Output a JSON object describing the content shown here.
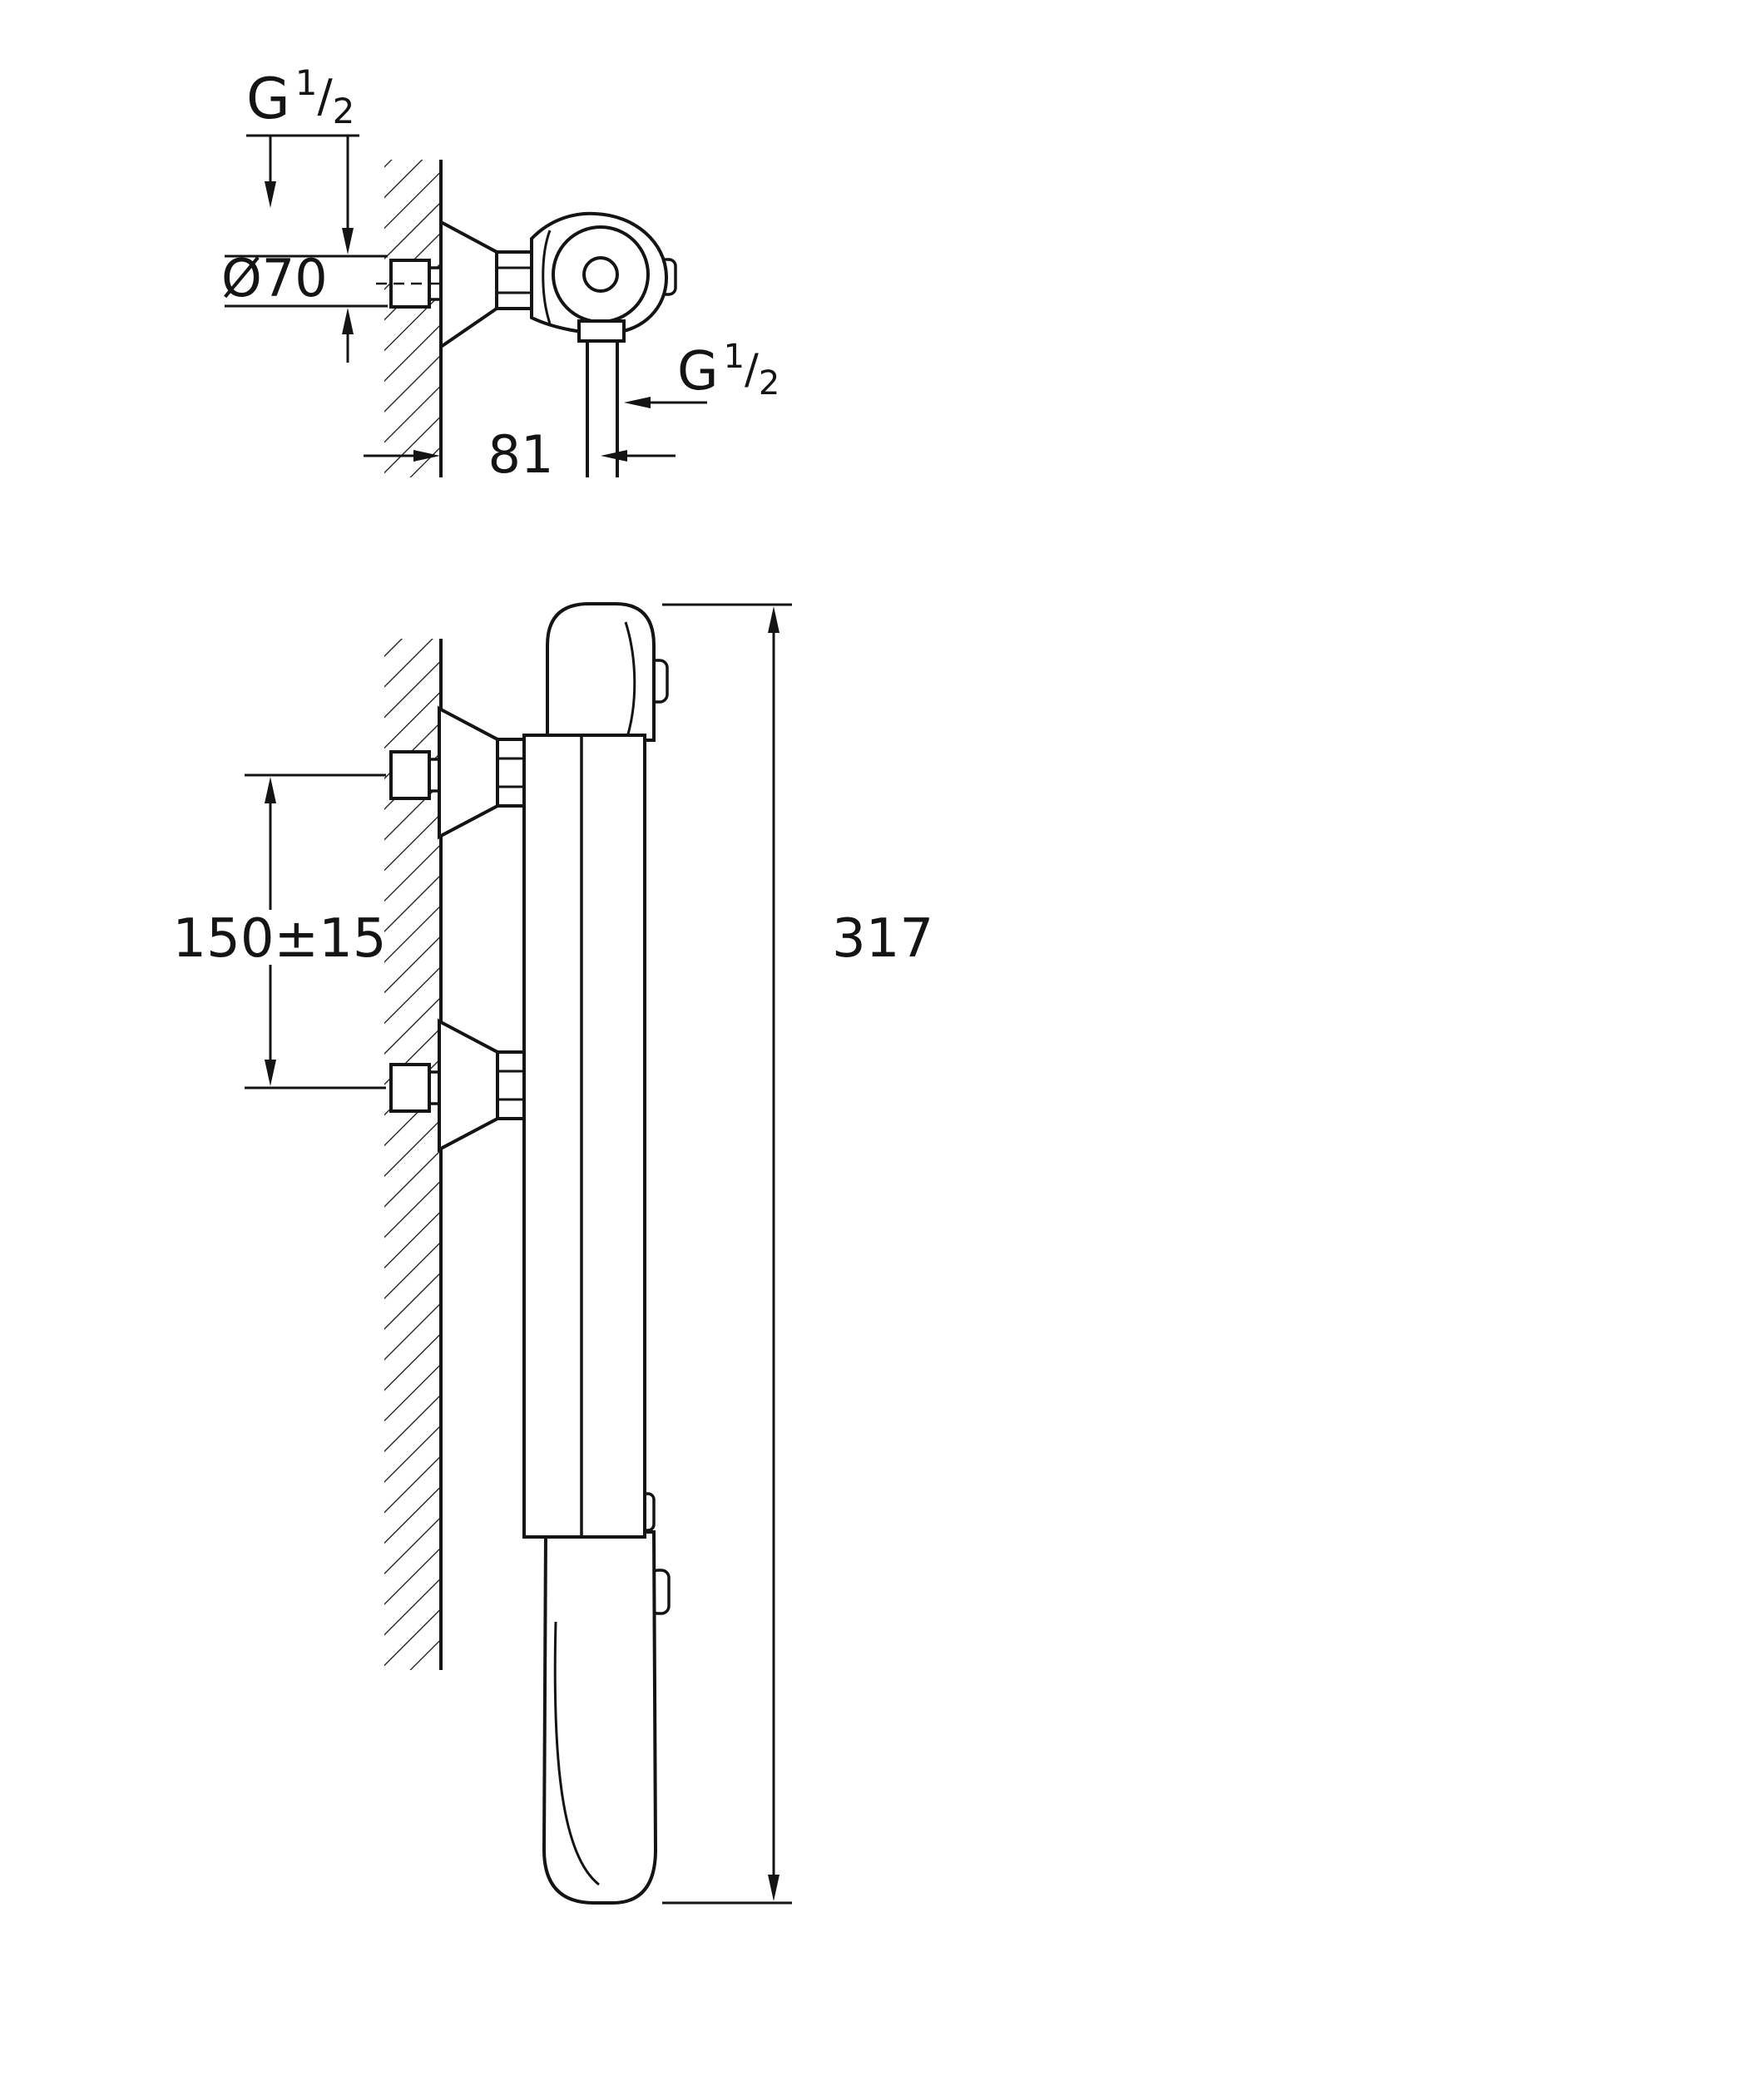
{
  "colors": {
    "background": "#ffffff",
    "line": "#141414"
  },
  "side": {
    "inlet_thread": {
      "base": "G",
      "numerator": "1",
      "separator": "/",
      "denominator": "2"
    },
    "escutcheon_diameter": "Ø70",
    "wall_to_outlet": "81",
    "outlet_thread": {
      "base": "G",
      "numerator": "1",
      "separator": "/",
      "denominator": "2"
    }
  },
  "front": {
    "inlet_spacing": "150±15",
    "overall_height": "317"
  }
}
